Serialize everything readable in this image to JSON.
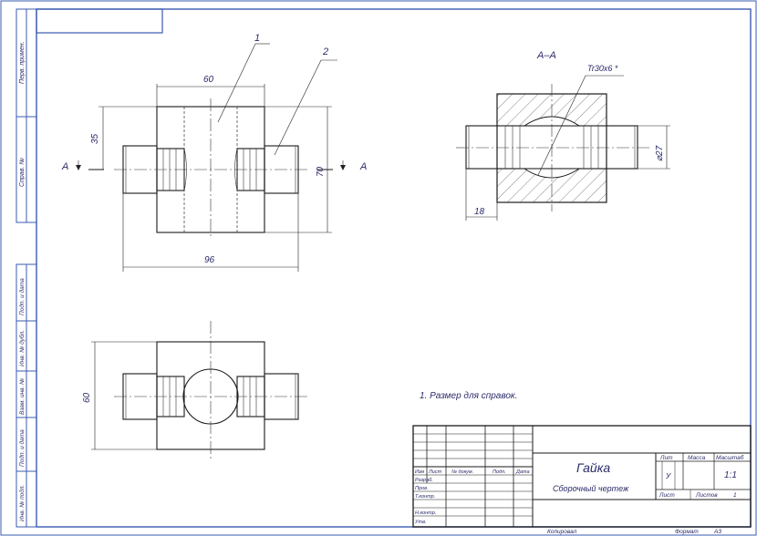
{
  "drawing": {
    "section_label": "A–A",
    "cut_mark_left": "A",
    "cut_mark_right": "A",
    "leaders": [
      "1",
      "2"
    ],
    "dims": {
      "top_width": "60",
      "overall_width": "96",
      "height_35": "35",
      "height_70": "70",
      "plan_60": "60",
      "section_18": "18",
      "diameter": "⌀27",
      "thread": "Tr30x6 *"
    },
    "note": "1. Размер для справок."
  },
  "stamp": {
    "title": "Гайка",
    "subtitle": "Сборочный чертеж",
    "col_lit": "Лит",
    "col_mass": "Масса",
    "col_scale": "Масштаб",
    "lit_value": "У",
    "scale_value": "1:1",
    "sheet_label": "Лист",
    "sheets_label": "Листов",
    "sheets_value": "1",
    "row_headers": [
      "Изм",
      "Лист",
      "№ докум.",
      "Подп.",
      "Дата"
    ],
    "roles": [
      "Разраб.",
      "Пров.",
      "Т.контр.",
      "Н.контр.",
      "Утв."
    ],
    "copied": "Копировал",
    "format": "Формат",
    "format_value": "А3"
  },
  "side_strip": [
    "Перв. примен.",
    "Справ. №",
    "Подп. и дата",
    "Инв. № дубл.",
    "Взам. инв. №",
    "Подп. и дата",
    "Инв. № подл."
  ]
}
